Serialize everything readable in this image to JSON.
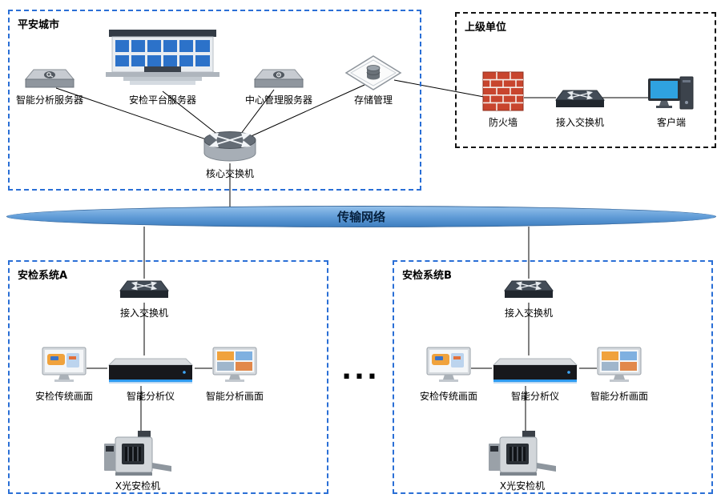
{
  "safe_city": {
    "label": "平安城市",
    "nodes": {
      "analysis_server": "智能分析服务器",
      "platform_server": "安检平台服务器",
      "mgmt_server": "中心管理服务器",
      "storage": "存储管理",
      "core_switch": "核心交换机"
    }
  },
  "superior_unit": {
    "label": "上级单位",
    "nodes": {
      "firewall": "防火墙",
      "access_switch": "接入交换机",
      "client": "客户端"
    }
  },
  "transport_network": {
    "label": "传输网络"
  },
  "system_a": {
    "label": "安检系统A",
    "nodes": {
      "access_switch": "接入交换机",
      "traditional_screen": "安检传统画面",
      "analyzer": "智能分析仪",
      "analysis_screen": "智能分析画面",
      "xray_machine": "X光安检机"
    }
  },
  "system_b": {
    "label": "安检系统B",
    "nodes": {
      "access_switch": "接入交换机",
      "traditional_screen": "安检传统画面",
      "analyzer": "智能分析仪",
      "analysis_screen": "智能分析画面",
      "xray_machine": "X光安检机"
    }
  },
  "ellipsis": "...",
  "colors": {
    "group_border_blue": "#2a6fd6",
    "group_border_dark": "#141414",
    "network_band_fill": "#5e9ad6",
    "firewall_brick": "#c8452e",
    "connection_line": "#000000"
  }
}
